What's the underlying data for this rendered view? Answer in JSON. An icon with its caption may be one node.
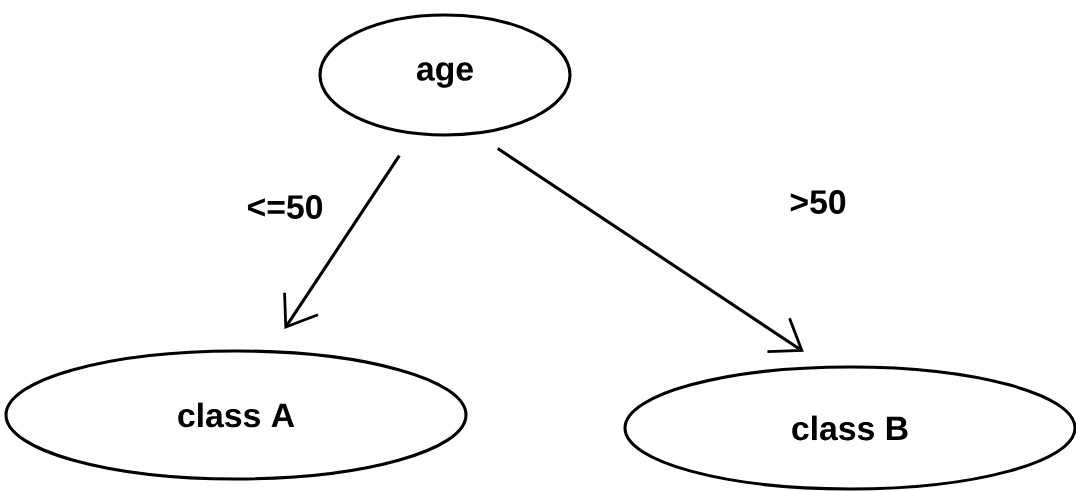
{
  "diagram": {
    "nodes": [
      {
        "text": [
          "age"
        ]
      },
      {
        "text": [
          "class A"
        ]
      },
      {
        "text": [
          "class B"
        ]
      }
    ],
    "edges": [
      {
        "from": 0,
        "to": 1,
        "arrow": "to",
        "label": "<=50"
      },
      {
        "from": 0,
        "to": 2,
        "arrow": "to",
        "label": ">50"
      }
    ]
  }
}
